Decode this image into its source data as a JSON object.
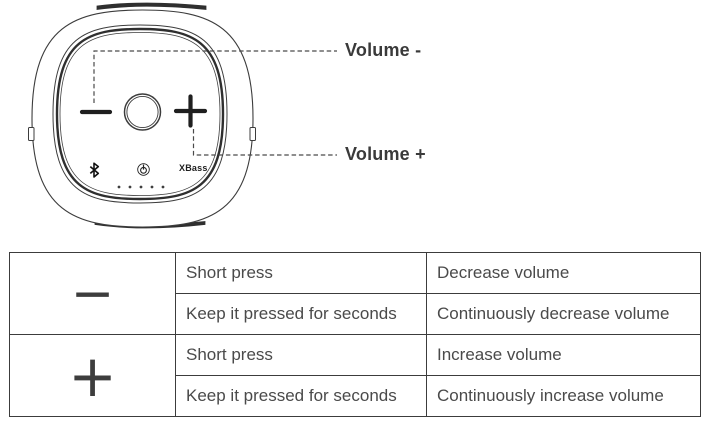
{
  "page": {
    "background_color": "#ffffff",
    "line_color": "#3c3c3c",
    "text_color": "#4a4a4a"
  },
  "diagram": {
    "labels": {
      "volume_minus": "Volume -",
      "volume_plus": "Volume +"
    },
    "device_markings": {
      "xbass": "XBass",
      "bluetooth_icon": "bluetooth-icon",
      "power_icon": "power-icon",
      "indicator_dots": 5
    }
  },
  "table": {
    "sections": [
      {
        "symbol": "−",
        "symbol_name": "minus",
        "rows": [
          {
            "action": "Short press",
            "result": "Decrease volume"
          },
          {
            "action": "Keep it pressed for seconds",
            "result": "Continuously decrease volume"
          }
        ]
      },
      {
        "symbol": "+",
        "symbol_name": "plus",
        "rows": [
          {
            "action": "Short press",
            "result": "Increase volume"
          },
          {
            "action": "Keep it pressed for seconds",
            "result": "Continuously increase volume"
          }
        ]
      }
    ]
  }
}
